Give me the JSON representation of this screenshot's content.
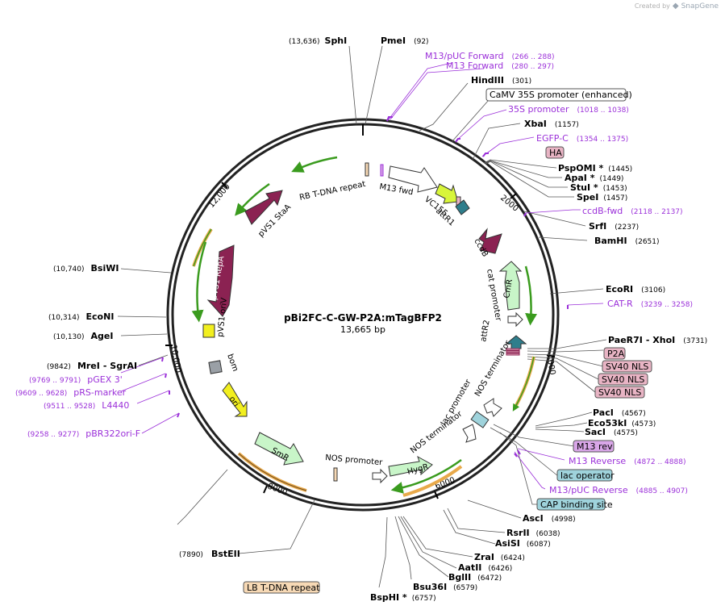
{
  "credit": {
    "created_by": "Created by",
    "brand": "SnapGene"
  },
  "plasmid": {
    "name": "pBi2FC-C-GW-P2A:mTagBFP2",
    "size": "13,665 bp"
  },
  "ticks": [
    {
      "label": "2000"
    },
    {
      "label": "4000"
    },
    {
      "label": "6000"
    },
    {
      "label": "8000"
    },
    {
      "label": "10,000"
    },
    {
      "label": "12,000"
    }
  ],
  "sites": [
    {
      "name": "SphI",
      "coord": "(13,636)"
    },
    {
      "name": "PmeI",
      "coord": "(92)"
    },
    {
      "name": "HindIII",
      "coord": "(301)"
    },
    {
      "name": "XbaI",
      "coord": "(1157)"
    },
    {
      "name": "PspOMI *",
      "coord": "(1445)"
    },
    {
      "name": "ApaI *",
      "coord": "(1449)"
    },
    {
      "name": "StuI *",
      "coord": "(1453)"
    },
    {
      "name": "SpeI",
      "coord": "(1457)"
    },
    {
      "name": "SrfI",
      "coord": "(2237)"
    },
    {
      "name": "BamHI",
      "coord": "(2651)"
    },
    {
      "name": "EcoRI",
      "coord": "(3106)"
    },
    {
      "name": "PaeR7I",
      "coord": ""
    },
    {
      "name": "- XhoI",
      "coord": "(3731)"
    },
    {
      "name": "PacI",
      "coord": "(4567)"
    },
    {
      "name": "Eco53kI",
      "coord": "(4573)"
    },
    {
      "name": "SacI",
      "coord": "(4575)"
    },
    {
      "name": "AscI",
      "coord": "(4998)"
    },
    {
      "name": "RsrII",
      "coord": "(6038)"
    },
    {
      "name": "AsiSI",
      "coord": "(6087)"
    },
    {
      "name": "ZraI",
      "coord": "(6424)"
    },
    {
      "name": "AatII",
      "coord": "(6426)"
    },
    {
      "name": "BglII",
      "coord": "(6472)"
    },
    {
      "name": "Bsu36I",
      "coord": "(6579)"
    },
    {
      "name": "BspHI *",
      "coord": "(6757)"
    },
    {
      "name": "BstEII",
      "coord": "(7890)"
    },
    {
      "name": "MreI",
      "coord": "(9842)"
    },
    {
      "name": "- SgrAI",
      "coord": ""
    },
    {
      "name": "AgeI",
      "coord": "(10,130)"
    },
    {
      "name": "EcoNI",
      "coord": "(10,314)"
    },
    {
      "name": "BsiWI",
      "coord": "(10,740)"
    }
  ],
  "primers": [
    {
      "name": "M13/pUC Forward",
      "coord": "(266 .. 288)"
    },
    {
      "name": "M13 Forward",
      "coord": "(280 .. 297)"
    },
    {
      "name": "35S promoter",
      "coord": "(1018 .. 1038)"
    },
    {
      "name": "EGFP-C",
      "coord": "(1354 .. 1375)"
    },
    {
      "name": "ccdB-fwd",
      "coord": "(2118 .. 2137)"
    },
    {
      "name": "CAT-R",
      "coord": "(3239 .. 3258)"
    },
    {
      "name": "M13 Reverse",
      "coord": "(4872 .. 4888)"
    },
    {
      "name": "M13/pUC Reverse",
      "coord": "(4885 .. 4907)"
    },
    {
      "name": "pGEX 3'",
      "coord": "(9769 .. 9791)"
    },
    {
      "name": "pRS-marker",
      "coord": "(9609 .. 9628)"
    },
    {
      "name": "L4440",
      "coord": "(9511 .. 9528)"
    },
    {
      "name": "pBR322ori-F",
      "coord": "(9258 .. 9277)"
    }
  ],
  "boxed_labels": [
    {
      "name": "CaMV 35S promoter (enhanced)",
      "color": "#ffffff"
    },
    {
      "name": "HA",
      "color": "#e8b4c4"
    },
    {
      "name": "P2A",
      "color": "#e8b4c4"
    },
    {
      "name": "SV40 NLS",
      "color": "#e8b4c4"
    },
    {
      "name": "SV40 NLS",
      "color": "#e8b4c4"
    },
    {
      "name": "SV40 NLS",
      "color": "#e8b4c4"
    },
    {
      "name": "M13 rev",
      "color": "#d9a6e8"
    },
    {
      "name": "lac operator",
      "color": "#9fd3dc"
    },
    {
      "name": "CAP binding site",
      "color": "#9fd3dc"
    },
    {
      "name": "LB T-DNA repeat",
      "color": "#f7d9b5"
    }
  ],
  "features": [
    {
      "name": "RB T-DNA repeat"
    },
    {
      "name": "M13 fwd"
    },
    {
      "name": "VC155"
    },
    {
      "name": "attR1"
    },
    {
      "name": "ccdB"
    },
    {
      "name": "CmR"
    },
    {
      "name": "cat promoter"
    },
    {
      "name": "attR2"
    },
    {
      "name": "NOS terminator"
    },
    {
      "name": "lac promoter"
    },
    {
      "name": "NOS terminator"
    },
    {
      "name": "HygR"
    },
    {
      "name": "NOS promoter"
    },
    {
      "name": "SmR"
    },
    {
      "name": "ori"
    },
    {
      "name": "bom"
    },
    {
      "name": "pVS1 oriV"
    },
    {
      "name": "pVS1 RepA"
    },
    {
      "name": "pVS1 StaA"
    }
  ],
  "colors": {
    "primer": "#9b30d9",
    "gene": "#8b2252",
    "cmr": "#c8f5c8",
    "ori": "#f2ef1f",
    "promoter": "#ffffff",
    "orf_arrow": "#3a9b1e",
    "orf_arrow_orange": "#e8a94a",
    "vc155": "#d8f53a",
    "attR": "#2f7e8c",
    "bom": "#9aa0a6"
  }
}
